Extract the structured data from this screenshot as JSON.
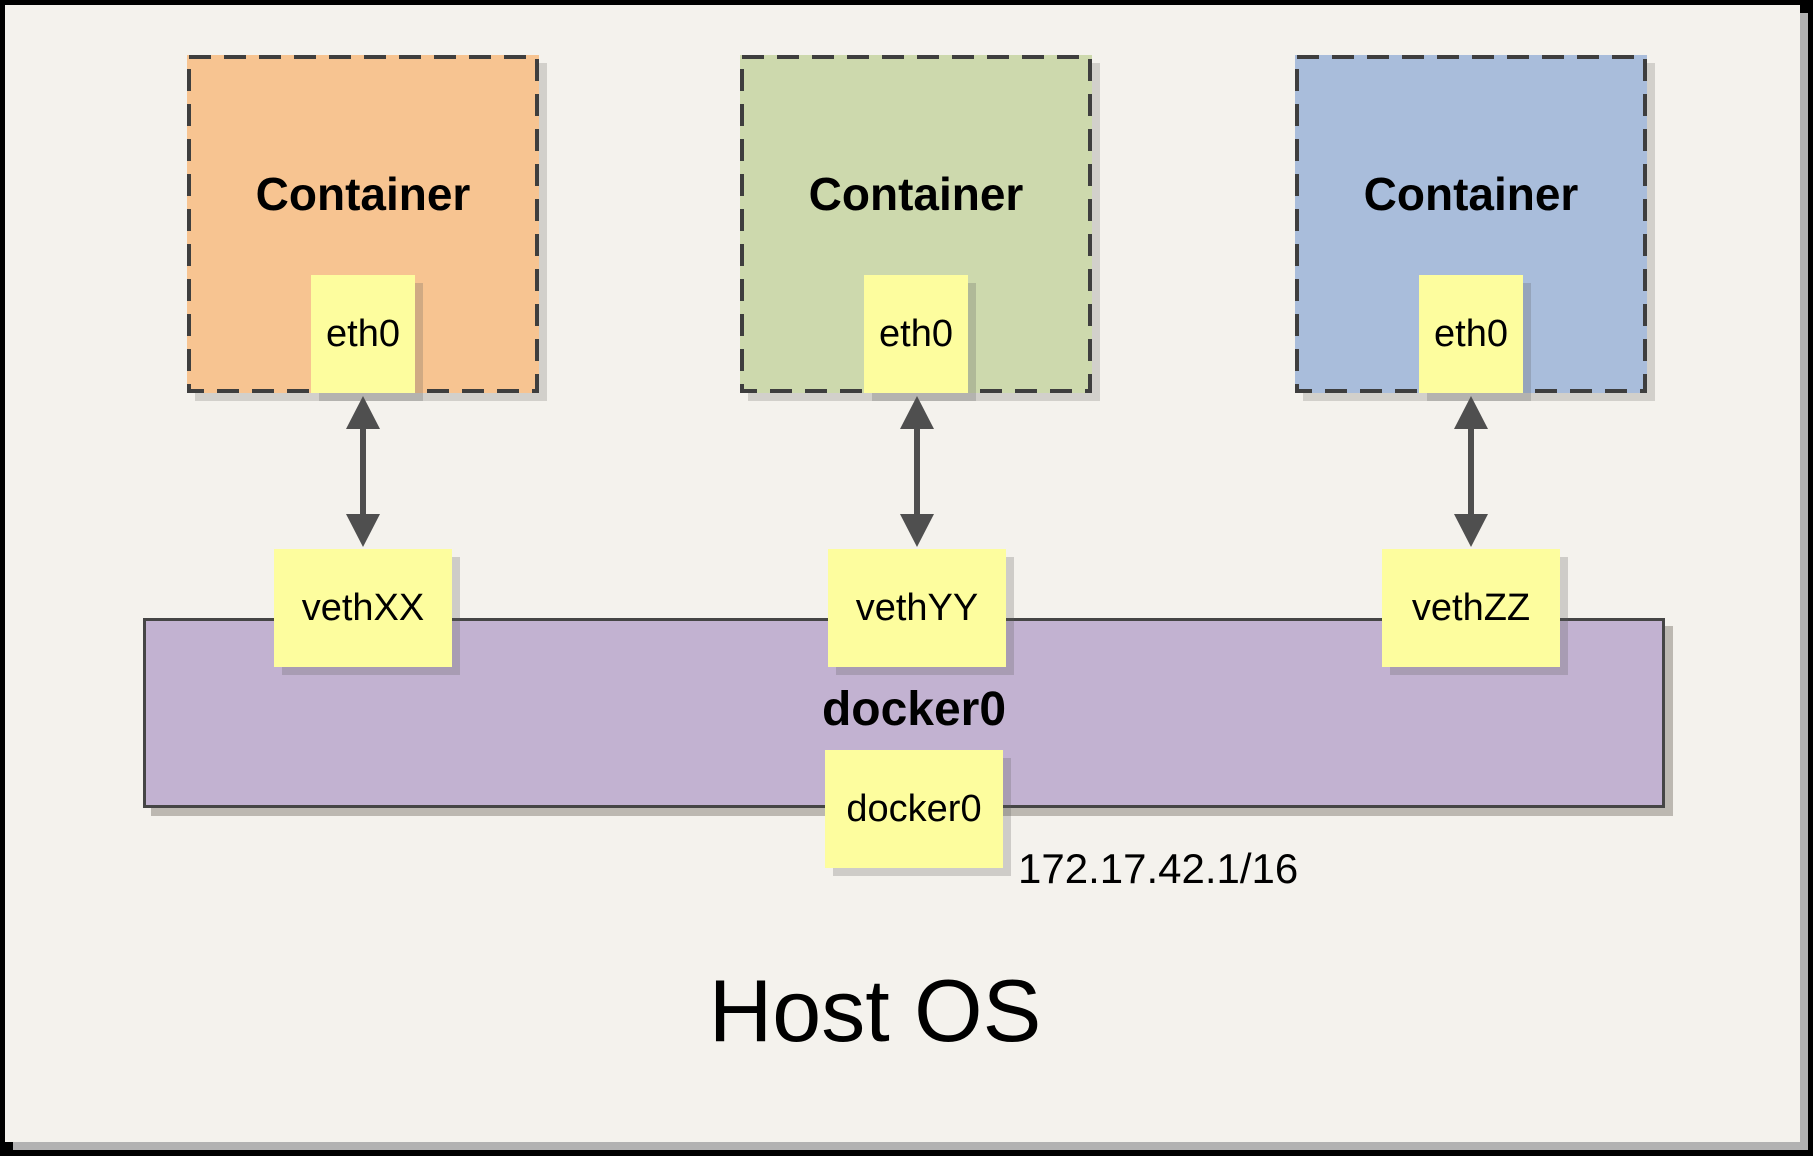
{
  "containers": [
    {
      "label": "Container",
      "interface_label": "eth0",
      "veth_label": "vethXX",
      "fill": "#f7c491"
    },
    {
      "label": "Container",
      "interface_label": "eth0",
      "veth_label": "vethYY",
      "fill": "#cdd9ad"
    },
    {
      "label": "Container",
      "interface_label": "eth0",
      "veth_label": "vethZZ",
      "fill": "#a9bddb"
    }
  ],
  "bridge": {
    "title": "docker0",
    "interface_label": "docker0",
    "ip": "172.17.42.1/16",
    "fill": "#c2b2d1"
  },
  "host": {
    "label": "Host OS"
  },
  "colors": {
    "note_fill": "#fdfd9e",
    "panel_bg": "#f4f2ed",
    "frame": "#000000",
    "dash_stroke": "#3e3e3e",
    "arrow": "#4f4f4f"
  }
}
